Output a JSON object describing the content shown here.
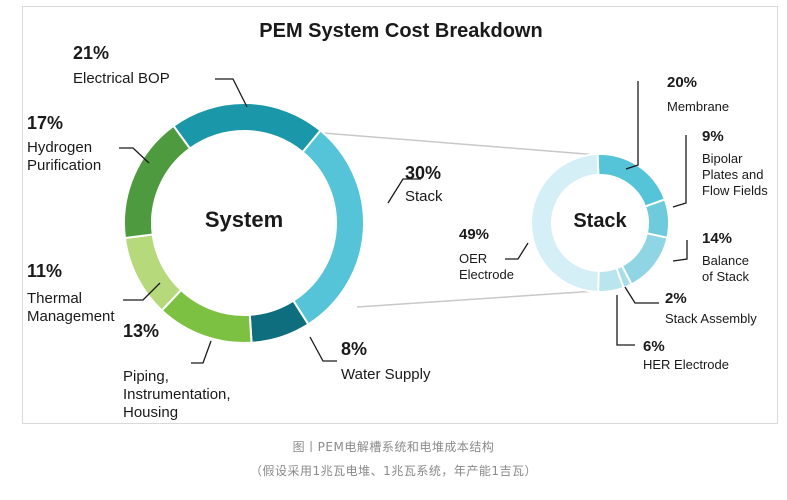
{
  "caption": {
    "line1": "图丨PEM电解槽系统和电堆成本结构",
    "line2": "（假设采用1兆瓦电堆、1兆瓦系统，年产能1吉瓦）"
  },
  "chart_data": [
    {
      "type": "pie",
      "title": "PEM System Cost Breakdown",
      "center_label": "System",
      "slices": [
        {
          "label": "Electrical BOP",
          "value": 21,
          "display": "21%",
          "color": "#1a97a8"
        },
        {
          "label": "Stack",
          "value": 30,
          "display": "30%",
          "color": "#55c4d8"
        },
        {
          "label": "Water Supply",
          "value": 8,
          "display": "8%",
          "color": "#0f6e7d"
        },
        {
          "label": "Piping, Instrumentation, Housing",
          "value": 13,
          "display": "13%",
          "color": "#7dc142"
        },
        {
          "label": "Thermal Management",
          "value": 11,
          "display": "11%",
          "color": "#b5d97b"
        },
        {
          "label": "Hydrogen Purification",
          "value": 17,
          "display": "17%",
          "color": "#4e9a3e"
        }
      ]
    },
    {
      "type": "pie",
      "center_label": "Stack",
      "slices": [
        {
          "label": "Membrane",
          "value": 20,
          "display": "20%",
          "color": "#55c4d8"
        },
        {
          "label": "Bipolar Plates and Flow Fields",
          "value": 9,
          "display": "9%",
          "color": "#6ecbdc"
        },
        {
          "label": "Balance of Stack",
          "value": 14,
          "display": "14%",
          "color": "#8fd5e4"
        },
        {
          "label": "Stack Assembly",
          "value": 2,
          "display": "2%",
          "color": "#a9dfeb"
        },
        {
          "label": "HER Electrode",
          "value": 6,
          "display": "6%",
          "color": "#b9e5ef"
        },
        {
          "label": "OER Electrode",
          "value": 49,
          "display": "49%",
          "color": "#d4eff5"
        }
      ]
    }
  ]
}
